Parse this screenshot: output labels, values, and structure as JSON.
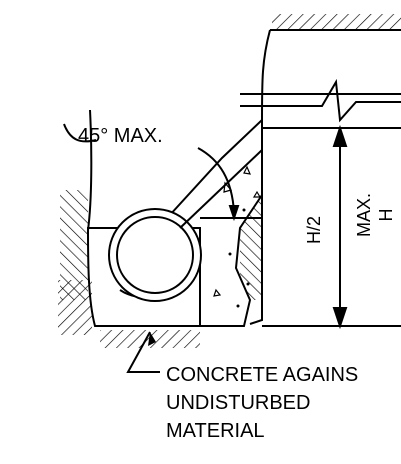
{
  "drawing": {
    "angle_label": "45° MAX.",
    "dim_half_height": "H/2",
    "dim_max": "MAX.",
    "dim_height": "H",
    "note_line1": "CONCRETE AGAINS",
    "note_line2": "UNDISTURBED",
    "note_line3": "MATERIAL"
  }
}
